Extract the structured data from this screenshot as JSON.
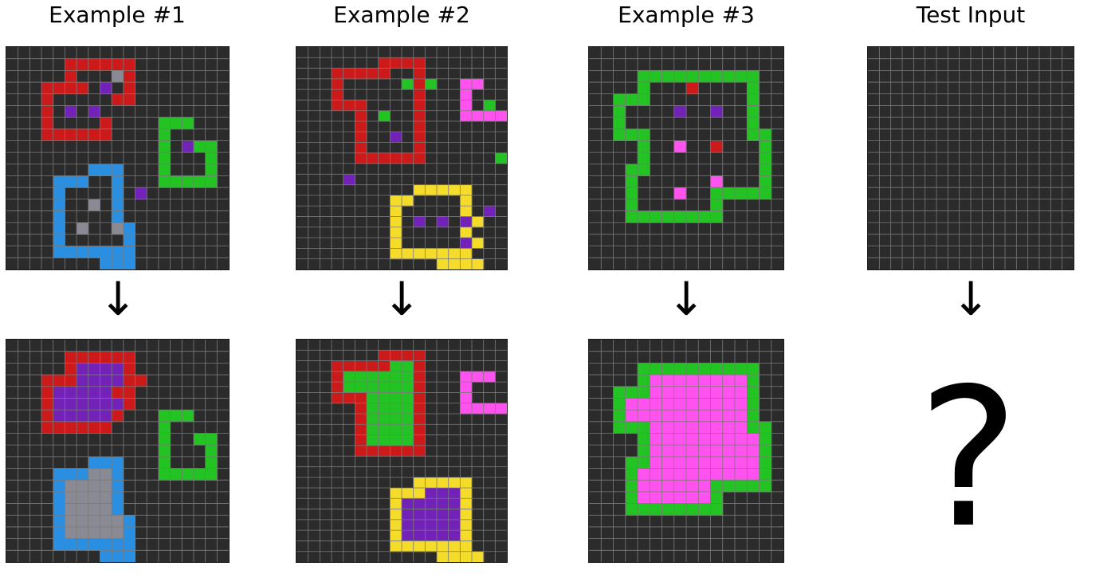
{
  "titles": [
    "Example #1",
    "Example #2",
    "Example #3",
    "Test Input"
  ],
  "arrow_glyph": "↓",
  "question_mark": "?",
  "colors": {
    "0": "#2b2b2b",
    "1": "#cc1a1a",
    "2": "#22c322",
    "3": "#2a8fe0",
    "4": "#f5dc2a",
    "5": "#8a8a94",
    "6": "#ff52ee",
    "7": "#ee6a14",
    "8": "#7222b6",
    "grid_line": "#7a7a7a"
  },
  "grids": {
    "ex1_in": [
      "0000000000000000000",
      "0000011111100000000",
      "0000010005100000000",
      "0001111080100000000",
      "0001000001100000000",
      "0001080800000000000",
      "0001000010000222000",
      "0001111110000200000",
      "0000000000000208220",
      "0000000000000200020",
      "0000000333000200020",
      "0000333003000222220",
      "0000300003080000000",
      "0000300503000000000",
      "0000300003000000000",
      "0000305005300000000",
      "0000300000300000000",
      "0000333333300000000",
      "0000000033300000000"
    ],
    "ex1_out": [
      "0000000000000000000",
      "0000011111100000000",
      "0000018888100000000",
      "0001118888110000000",
      "0001888881100000000",
      "0001888888100000000",
      "0001888881000222000",
      "0001111110000200000",
      "0000000000000200220",
      "0000000000000200020",
      "0000000333000200020",
      "0000333553000222220",
      "0000355553000000000",
      "0000355553000000000",
      "0000355553000000000",
      "0000355555300000000",
      "0000355555300000000",
      "0000333333300000000",
      "0000000033300000000"
    ],
    "ex2_in": [
      "000000000000000000",
      "000000011110000000",
      "000111110010000000",
      "000100000212006600",
      "000100000010006000",
      "000111000010006020",
      "000001020010006666",
      "000001000010000000",
      "000001008010000000",
      "000001000010000000",
      "000001111110000002",
      "000000000000000000",
      "000080000000000000",
      "000000000044444000",
      "000000004400004000",
      "000000004000004080",
      "000000004080808400",
      "000000004000004000",
      "000000004000008400",
      "000000004444444000",
      "000000000000444400"
    ],
    "ex2_out": [
      "000000000000000000",
      "000000011110000000",
      "000111112210000000",
      "000122222210006660",
      "000122222210006000",
      "000111222210006000",
      "000001222210006666",
      "000001222210000000",
      "000001222210000000",
      "000001222210000000",
      "000001111110000000",
      "000000000000000000",
      "000000000000000000",
      "000000000044444000",
      "000000004448884000",
      "000000004888884000",
      "000000004888884000",
      "000000004888884000",
      "000000004888884000",
      "000000004444444000",
      "000000000000444400"
    ],
    "ex3_in": [
      "0000000000000000",
      "0000000000000000",
      "0000222222222200",
      "0000200010000200",
      "0022200000000200",
      "0020000800800200",
      "0020000000000200",
      "0022200000000220",
      "0000200600100020",
      "0000200000000020",
      "0002200000000020",
      "0002000000600020",
      "0002000600222220",
      "0002000000200000",
      "0002222222200000",
      "0000000000000000",
      "0000000000000000",
      "0000000000000000",
      "0000000000000000"
    ],
    "ex3_out": [
      "0000000000000000",
      "0000000000000000",
      "0000222222222200",
      "0000266666666200",
      "0022266666666200",
      "0026666666666200",
      "0026666666666200",
      "0022266666666220",
      "0000266666666620",
      "0000266666666620",
      "0002266666666620",
      "0002666666666620",
      "0002666666222220",
      "0002666666200000",
      "0002222222200000",
      "0000000000000000",
      "0000000000000000",
      "0000000000000000",
      "0000000000000000"
    ],
    "test_in": [
      "000000000000000000",
      "000000000000000000",
      "000000000000000000",
      "000000000000000000",
      "000000000000000000",
      "000000000000000000",
      "000000000000000000",
      "000000000000000000",
      "000000000000000000",
      "000000000000000000",
      "000000000000000000",
      "000000000000000000",
      "000000000000000000",
      "000000000000000000",
      "000000000000000000",
      "000000000000000000",
      "000000000000000000",
      "000000000000000000",
      "000000000000000000"
    ]
  }
}
